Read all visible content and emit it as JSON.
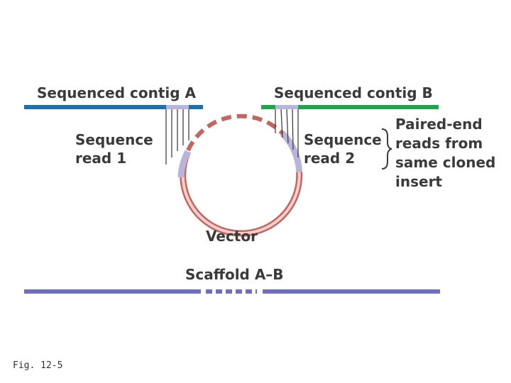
{
  "contig_a": {
    "label": "Sequenced contig A"
  },
  "contig_b": {
    "label": "Sequenced contig B"
  },
  "read_1": {
    "line1": "Sequence",
    "line2": "read 1"
  },
  "read_2": {
    "line1": "Sequence",
    "line2": "read 2"
  },
  "paired_end_note": {
    "line1": "Paired-end",
    "line2": "reads from",
    "line3": "same cloned",
    "line4": "insert"
  },
  "vector": {
    "label": "Vector"
  },
  "scaffold": {
    "label": "Scaffold A–B"
  },
  "caption": "Fig. 12-5",
  "colors": {
    "contig_a": "#1f6fae",
    "contig_b": "#1fa64a",
    "read": "#b9b4da",
    "vector": "#d9847e",
    "scaffold": "#6f6fbd",
    "text": "#3a3a3a"
  }
}
